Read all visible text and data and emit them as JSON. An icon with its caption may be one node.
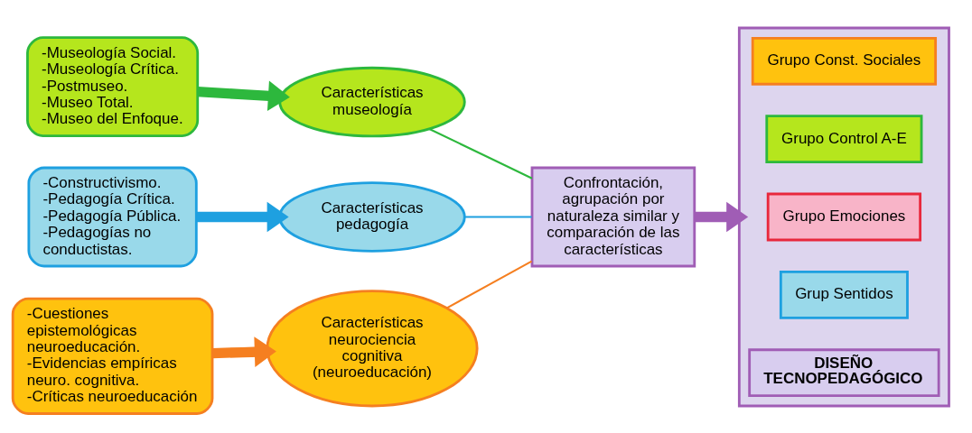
{
  "diagram": {
    "nodes": [
      {
        "text": [
          "-Museología Social.",
          "-Museología Crítica.",
          "-Postmuseo.",
          "-Museo Total.",
          "-Museo del Enfoque."
        ]
      },
      {
        "text": [
          "Características museología"
        ]
      },
      {
        "text": [
          "-Constructivismo.",
          "-Pedagogía Crítica.",
          "-Pedagogía Pública.",
          "-Pedagogías no conductistas."
        ]
      },
      {
        "text": [
          "Características pedagogía"
        ]
      },
      {
        "text": [
          "-Cuestiones epistemológicas neuroeducación.",
          "-Evidencias empíricas neuro. cognitiva.",
          "-Críticas neuroeducación"
        ]
      },
      {
        "text": [
          "Características neurociencia cognitiva (neuroeducación)"
        ]
      },
      {
        "text": [
          "Confrontación, agrupación por naturaleza similar y comparación de las características"
        ]
      },
      {
        "text": [],
        "shape": "box"
      },
      {
        "text": [
          "DISEÑO TECNOPEDAGÓGICO"
        ],
        "in": 7
      },
      {
        "text": [
          "Grup Sentidos"
        ],
        "in": 7
      },
      {
        "text": [
          "Grupo Emociones"
        ],
        "in": 7
      },
      {
        "text": [
          "Grupo Control A-E"
        ],
        "in": 7
      },
      {
        "text": [
          "Grupo Const. Sociales"
        ],
        "in": 7
      }
    ],
    "edges": [
      {
        "from": 0,
        "to": 1,
        "arrow": "to",
        "color": "#2db83d"
      },
      {
        "from": 2,
        "to": 3,
        "arrow": "to",
        "color": "#1ea0e0"
      },
      {
        "from": 4,
        "to": 5,
        "arrow": "to",
        "color": "#f57f20"
      },
      {
        "from": 1,
        "to": 6,
        "arrow": "none",
        "color": "#2db83d"
      },
      {
        "from": 3,
        "to": 6,
        "arrow": "none",
        "color": "#1ea0e0"
      },
      {
        "from": 5,
        "to": 6,
        "arrow": "none",
        "color": "#f57f20"
      },
      {
        "from": 6,
        "to": 7,
        "arrow": "to",
        "color": "#a05db5"
      }
    ]
  }
}
